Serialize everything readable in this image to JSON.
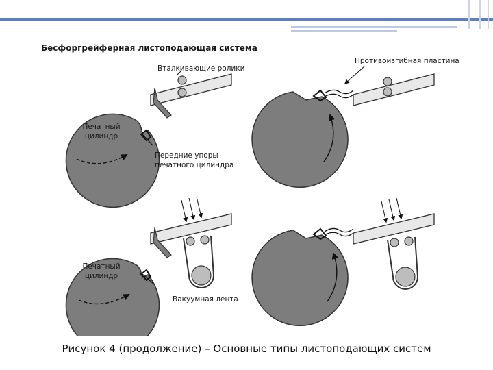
{
  "slide": {
    "accent_color": "#5b7fc0",
    "accent_light": "#b9c9e6"
  },
  "figure": {
    "title": "Бесфоргрейферная листоподающая система",
    "labels": {
      "pushing_rollers": "Вталкивающие ролики",
      "anti_bend_plate": "Противоизгибная пластина",
      "front_stops_line1": "Передние упоры",
      "front_stops_line2": "печатного цилиндра",
      "vacuum_belt": "Вакуумная лента",
      "cylinder_top_line1": "Печатный",
      "cylinder_top_line2": "цилиндр",
      "cylinder_bottom_line1": "Печатный",
      "cylinder_bottom_line2": "цилиндр"
    }
  },
  "caption": "Рисунок 4 (продолжение) – Основные типы листоподающих систем"
}
